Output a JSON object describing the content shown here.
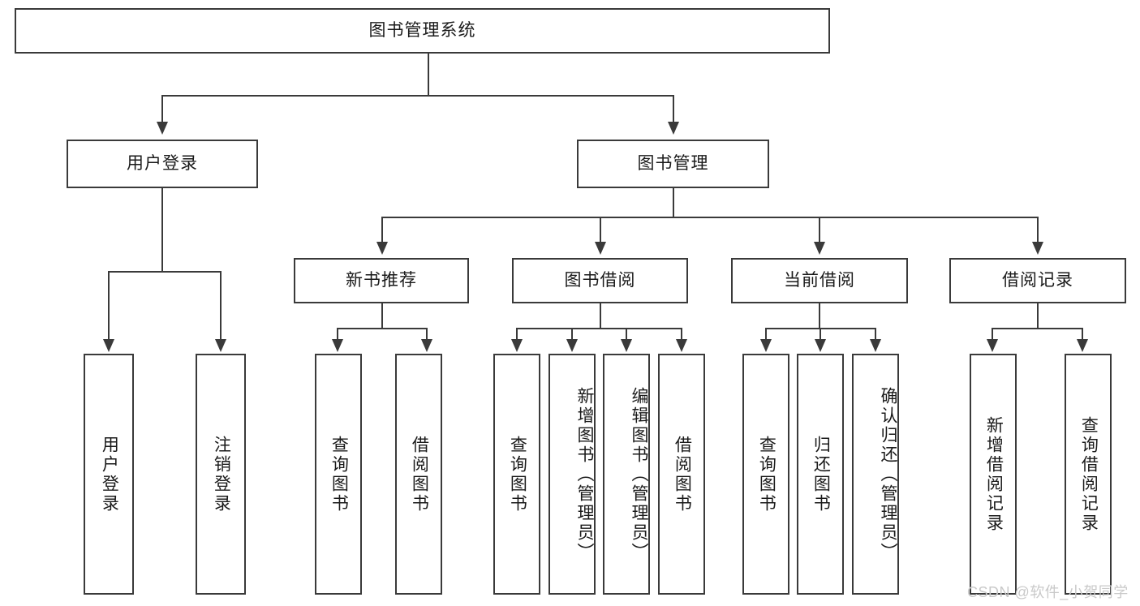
{
  "diagram": {
    "type": "tree-hierarchy",
    "title": "图书管理系统",
    "root": {
      "label": "图书管理系统"
    },
    "level1": [
      {
        "label": "用户登录"
      },
      {
        "label": "图书管理"
      }
    ],
    "level2": [
      {
        "label": "新书推荐",
        "parent": "图书管理"
      },
      {
        "label": "图书借阅",
        "parent": "图书管理"
      },
      {
        "label": "当前借阅",
        "parent": "图书管理"
      },
      {
        "label": "借阅记录",
        "parent": "图书管理"
      }
    ],
    "leaves": [
      {
        "label": "用户登录",
        "parent": "用户登录"
      },
      {
        "label": "注销登录",
        "parent": "用户登录"
      },
      {
        "label": "查询图书",
        "parent": "新书推荐"
      },
      {
        "label": "借阅图书",
        "parent": "新书推荐"
      },
      {
        "label": "查询图书",
        "parent": "图书借阅"
      },
      {
        "label": "新增图书（管理员）",
        "parent": "图书借阅"
      },
      {
        "label": "编辑图书（管理员）",
        "parent": "图书借阅"
      },
      {
        "label": "借阅图书",
        "parent": "图书借阅"
      },
      {
        "label": "查询图书",
        "parent": "当前借阅"
      },
      {
        "label": "归还图书",
        "parent": "当前借阅"
      },
      {
        "label": "确认归还（管理员）",
        "parent": "当前借阅"
      },
      {
        "label": "新增借阅记录",
        "parent": "借阅记录"
      },
      {
        "label": "查询借阅记录",
        "parent": "借阅记录"
      }
    ],
    "watermark": "CSDN @软件_小贺同学",
    "colors": {
      "stroke": "#3a3a3a",
      "background": "#ffffff",
      "text": "#1a1a1a",
      "watermark": "#c9c9c9"
    }
  }
}
